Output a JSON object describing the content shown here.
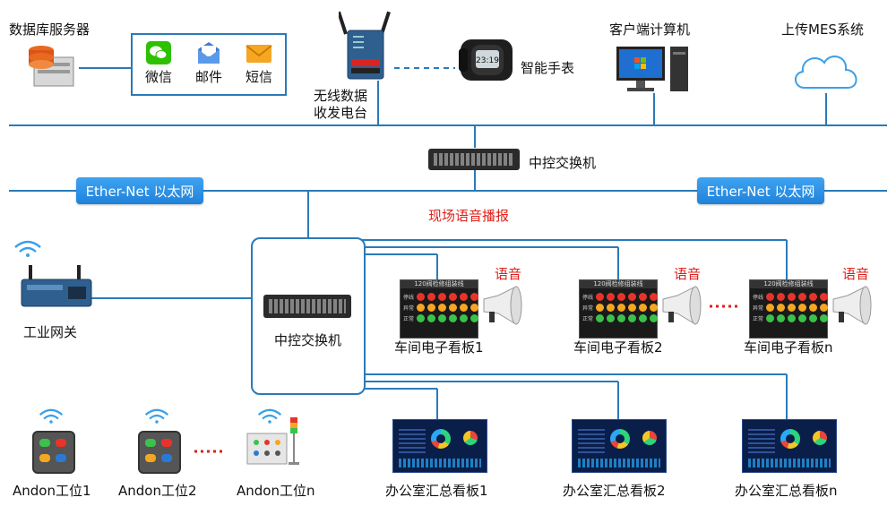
{
  "top": {
    "db_server": "数据库服务器",
    "msg": {
      "wechat": "微信",
      "mail": "邮件",
      "sms": "短信"
    },
    "radio_1": "无线数据",
    "radio_2": "收发电台",
    "watch": "智能手表",
    "client": "客户端计算机",
    "mes": "上传MES系统"
  },
  "core_switch": "中控交换机",
  "ethernet_left": "Ether-Net 以太网",
  "ethernet_right": "Ether-Net 以太网",
  "voice_broadcast": "现场语音播报",
  "gateway": "工业网关",
  "switch2": "中控交换机",
  "voice": [
    "语音",
    "语音",
    "语音"
  ],
  "board_header": "120阀检修组装线",
  "board_rows": [
    "停线",
    "异常",
    "正常"
  ],
  "boards": [
    "车间电子看板1",
    "车间电子看板2",
    "车间电子看板n"
  ],
  "andon": [
    "Andon工位1",
    "Andon工位2",
    "Andon工位n"
  ],
  "office": [
    "办公室汇总看板1",
    "办公室汇总看板2",
    "办公室汇总看板n"
  ],
  "colors": {
    "line": "#2a7ab8",
    "accent": "#1f82da",
    "voice": "#e0201a"
  }
}
